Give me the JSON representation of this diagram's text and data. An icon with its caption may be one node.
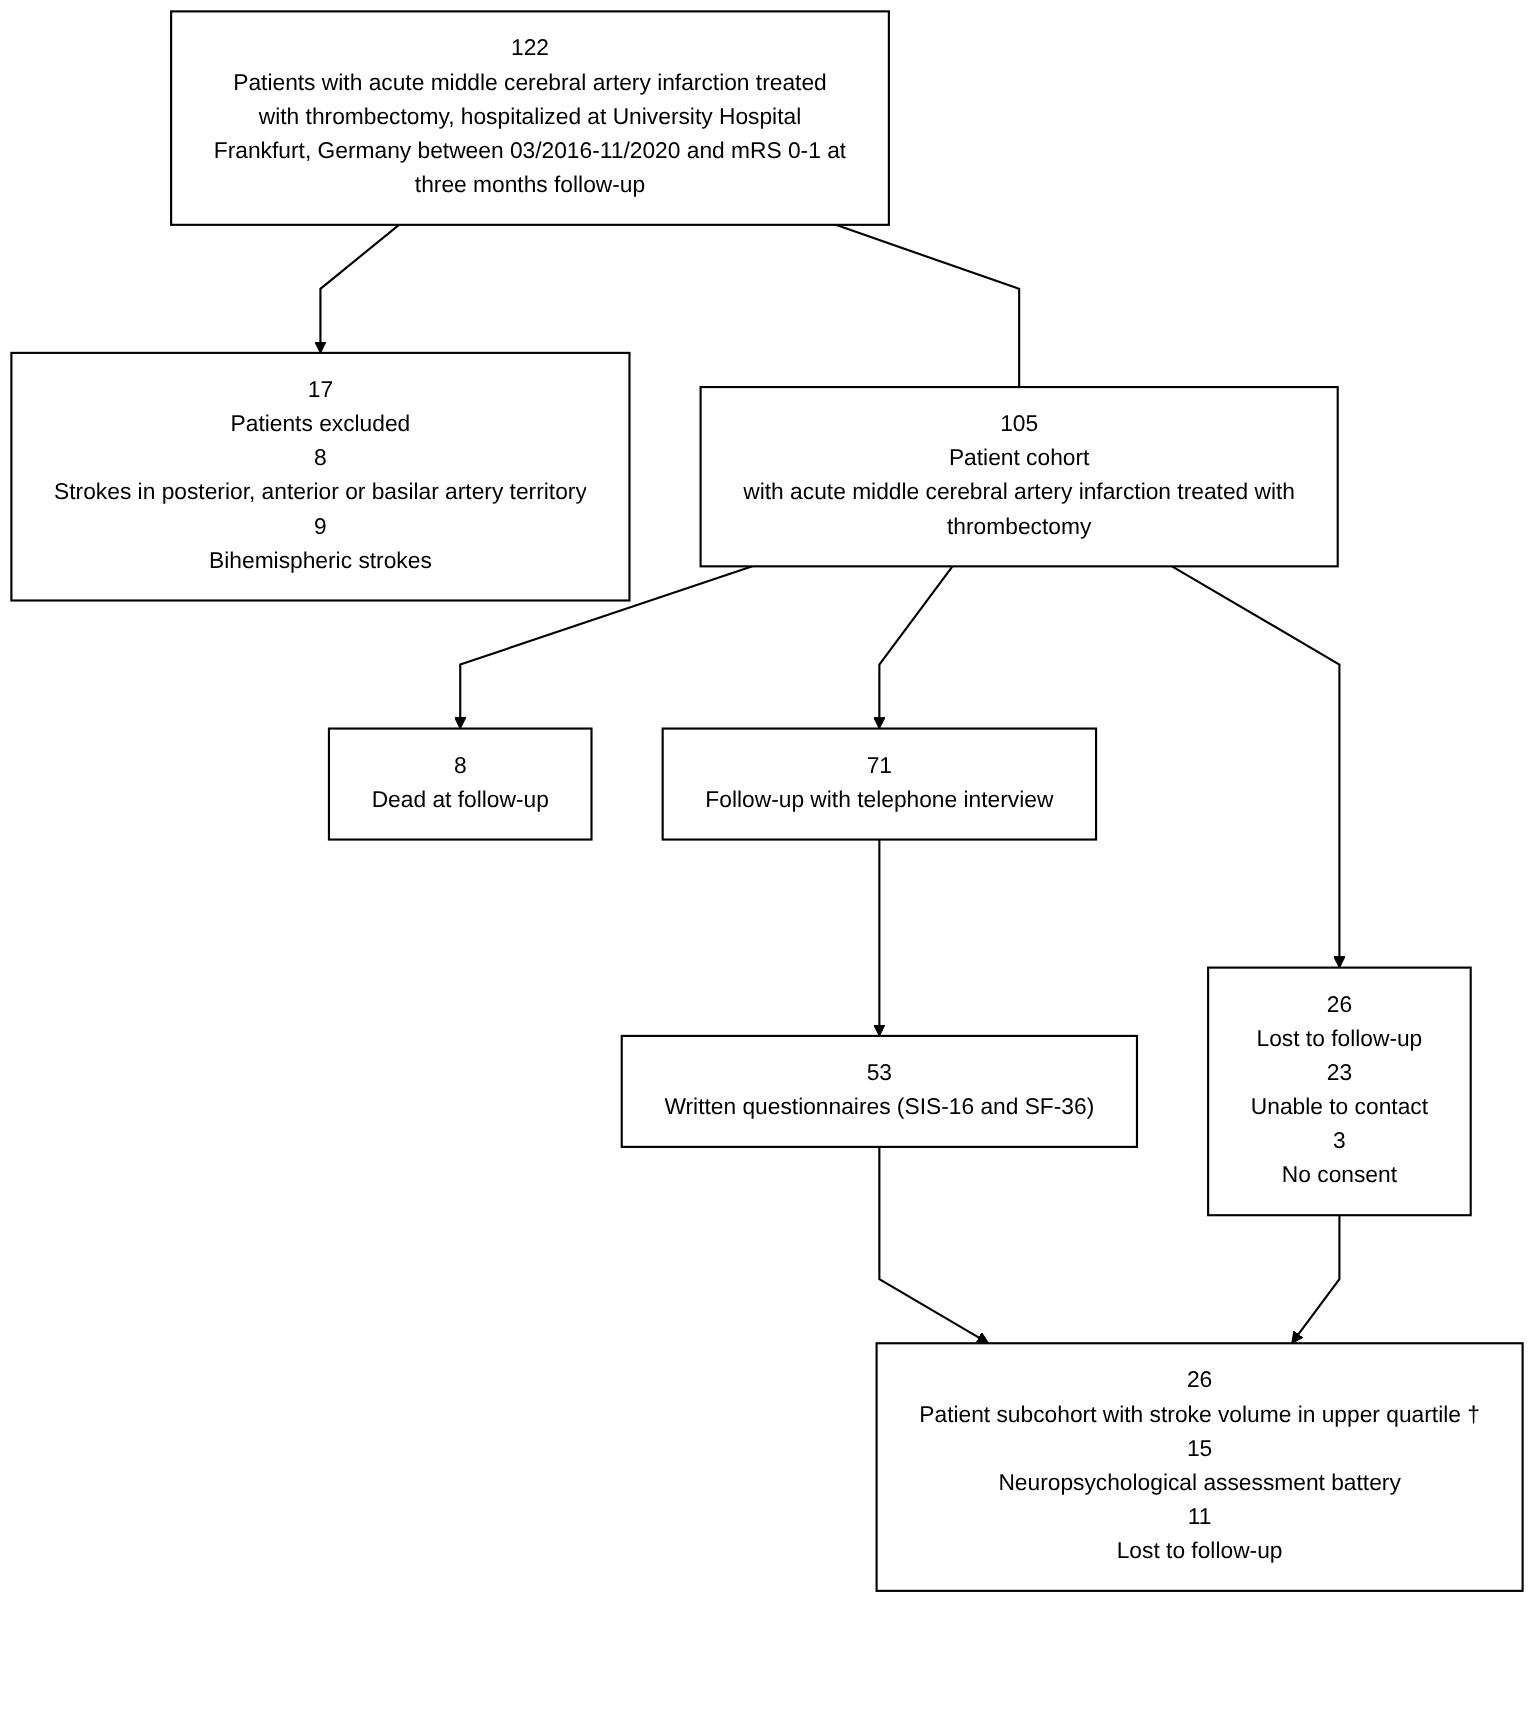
{
  "diagram": {
    "nodes": [
      {
        "text": [
          "122",
          "Patients with acute middle cerebral artery infarction treated with thrombectomy, hospitalized at University Hospital Frankfurt, Germany between 03/2016-11/2020 and mRS 0-1 at three months follow-up"
        ]
      },
      {
        "text": [
          "17",
          "Patients excluded",
          "8",
          "Strokes in posterior, anterior or basilar artery territory",
          "9",
          "Bihemispheric strokes"
        ]
      },
      {
        "text": [
          "105",
          "Patient cohort",
          "with acute middle cerebral artery infarction treated with thrombectomy"
        ]
      },
      {
        "text": [
          "8",
          "Dead at follow-up"
        ]
      },
      {
        "text": [
          "26",
          "Lost to follow-up",
          "23",
          "Unable to contact",
          "3",
          "No consent"
        ]
      },
      {
        "text": [
          "71",
          "Follow-up with telephone interview"
        ]
      },
      {
        "text": [
          "53",
          "Written questionnaires (SIS-16 and SF-36)"
        ]
      },
      {
        "text": [
          "26",
          "Patient subcohort with stroke volume in upper quartile †",
          "15",
          "Neuropsychological assessment battery",
          "11",
          "Lost to follow-up"
        ]
      }
    ],
    "edges": [
      {
        "from": 0,
        "to": 2,
        "arrow": "none"
      },
      {
        "from": 0,
        "to": 1,
        "arrow": "to"
      },
      {
        "from": 2,
        "to": 3,
        "arrow": "to"
      },
      {
        "from": 2,
        "to": 4,
        "arrow": "to"
      },
      {
        "from": 2,
        "to": 5,
        "arrow": "to"
      },
      {
        "from": 5,
        "to": 6,
        "arrow": "to"
      },
      {
        "from": 6,
        "to": 7,
        "arrow": "to"
      },
      {
        "from": 4,
        "to": 7,
        "arrow": "to"
      }
    ]
  }
}
